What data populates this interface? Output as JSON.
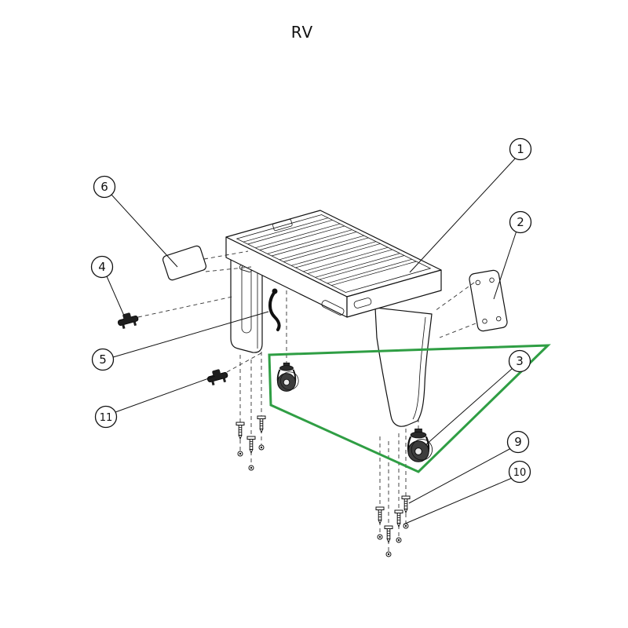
{
  "title": "RV",
  "colors": {
    "line": "#111111",
    "highlight": "#2f9e44",
    "background": "#ffffff"
  },
  "callouts": [
    {
      "label": "1"
    },
    {
      "label": "2"
    },
    {
      "label": "3"
    },
    {
      "label": "4"
    },
    {
      "label": "5"
    },
    {
      "label": "6"
    },
    {
      "label": "9"
    },
    {
      "label": "10"
    },
    {
      "label": "11"
    }
  ]
}
